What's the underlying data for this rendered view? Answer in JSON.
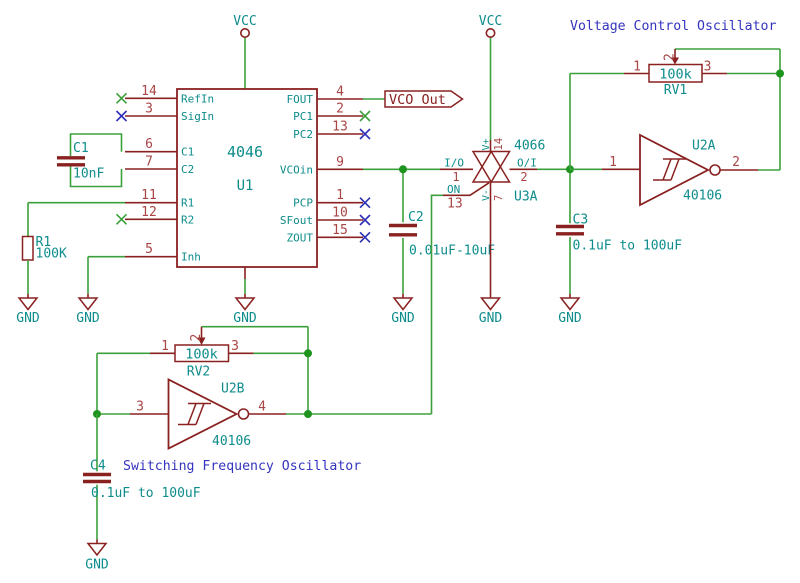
{
  "schematic": {
    "titles": {
      "vco": "Voltage Control Oscillator",
      "sfo": "Switching Frequency Oscillator"
    },
    "power": {
      "vcc": "VCC",
      "gnd": "GND"
    },
    "net_labels": {
      "vco_out": "VCO_Out"
    },
    "components": {
      "u1": {
        "ref": "U1",
        "value": "4046",
        "left_pins": [
          {
            "num": "14",
            "name": "RefIn"
          },
          {
            "num": "3",
            "name": "SigIn"
          },
          {
            "num": "6",
            "name": "C1"
          },
          {
            "num": "7",
            "name": "C2"
          },
          {
            "num": "11",
            "name": "R1"
          },
          {
            "num": "12",
            "name": "R2"
          },
          {
            "num": "5",
            "name": "Inh"
          }
        ],
        "right_pins": [
          {
            "num": "4",
            "name": "FOUT"
          },
          {
            "num": "2",
            "name": "PC1"
          },
          {
            "num": "13",
            "name": "PC2"
          },
          {
            "num": "9",
            "name": "VCOin"
          },
          {
            "num": "1",
            "name": "PCP"
          },
          {
            "num": "10",
            "name": "SFout"
          },
          {
            "num": "15",
            "name": "ZOUT"
          }
        ]
      },
      "u2a": {
        "ref": "U2A",
        "value": "40106",
        "in_num": "1",
        "out_num": "2"
      },
      "u2b": {
        "ref": "U2B",
        "value": "40106",
        "in_num": "3",
        "out_num": "4"
      },
      "u3a": {
        "ref": "U3A",
        "value": "4066",
        "pin_io": "I/O",
        "pin_io_num": "1",
        "pin_oi": "O/I",
        "pin_oi_num": "2",
        "pin_on": "ON",
        "pin_on_num": "13",
        "pin_vplus": "V+",
        "pin_vplus_num": "14",
        "pin_vminus": "V-",
        "pin_vminus_num": "7"
      },
      "rv1": {
        "ref": "RV1",
        "value": "100k",
        "pin1": "1",
        "pin2": "2",
        "pin3": "3"
      },
      "rv2": {
        "ref": "RV2",
        "value": "100k",
        "pin1": "1",
        "pin2": "2",
        "pin3": "3"
      },
      "r1": {
        "ref": "R1",
        "value": "100K"
      },
      "c1": {
        "ref": "C1",
        "value": "10nF"
      },
      "c2": {
        "ref": "C2",
        "value": "0.01uF-10uF"
      },
      "c3": {
        "ref": "C3",
        "value": "0.1uF to 100uF"
      },
      "c4": {
        "ref": "C4",
        "value": "0.1uF to 100uF"
      }
    },
    "colors": {
      "symbol_outline": "#8A2121",
      "pin_number": "#A94545",
      "reference_text": "#0E8C8C",
      "wire": "#3BA03B",
      "junction": "#1E941E",
      "title_text": "#3434BE",
      "no_connect_blue": "#2E2EB8",
      "no_connect_green": "#3BA03B",
      "background": "#FFFFFF"
    }
  }
}
